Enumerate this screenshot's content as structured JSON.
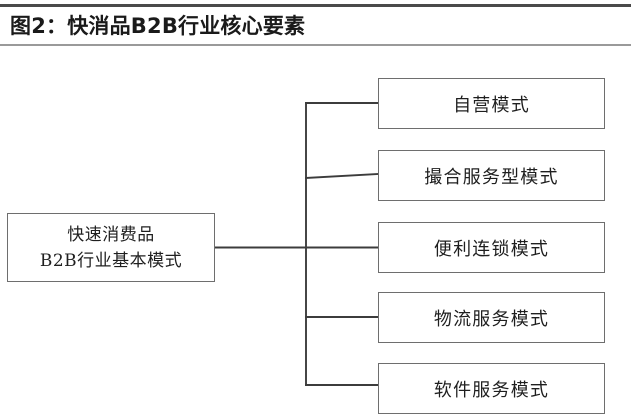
{
  "figure": {
    "title": "图2：快消品B2B行业核心要素",
    "rule_color_top": "#4a4a4a",
    "rule_color_bottom": "#9a9a9a"
  },
  "diagram": {
    "type": "tree",
    "orientation": "left-to-right",
    "box_border_color": "#6e6e6e",
    "connector_color": "#3c3c3c",
    "root": {
      "line1": "快速消费品",
      "line2": "B2B行业基本模式"
    },
    "branches": [
      {
        "label": "自营模式"
      },
      {
        "label": "撮合服务型模式"
      },
      {
        "label": "便利连锁模式"
      },
      {
        "label": "物流服务模式"
      },
      {
        "label": "软件服务模式"
      }
    ]
  }
}
